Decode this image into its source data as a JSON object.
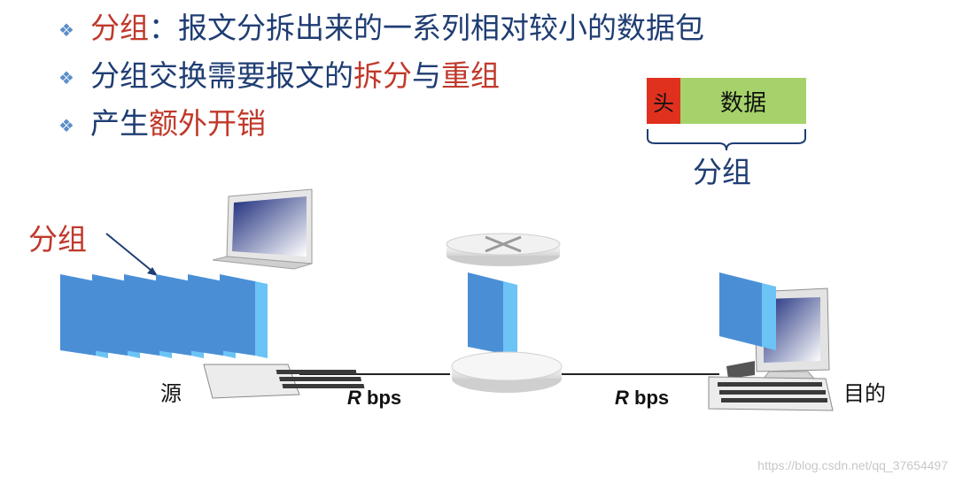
{
  "bullets": [
    {
      "parts": [
        {
          "text": "分组",
          "highlight": true
        },
        {
          "text": "：报文分拆出来的一系列相对较小的数据包",
          "highlight": false
        }
      ]
    },
    {
      "parts": [
        {
          "text": "分组交换需要报文的",
          "highlight": false
        },
        {
          "text": "拆分",
          "highlight": true
        },
        {
          "text": "与",
          "highlight": false
        },
        {
          "text": "重组",
          "highlight": true
        }
      ]
    },
    {
      "parts": [
        {
          "text": "产生",
          "highlight": false
        },
        {
          "text": "额外开销",
          "highlight": true
        }
      ]
    }
  ],
  "packet_diagram": {
    "header_label": "头",
    "data_label": "数据",
    "caption": "分组"
  },
  "network": {
    "packets_label": "分组",
    "source_label": "源",
    "destination_label": "目的",
    "link1_rate": {
      "symbol": "R",
      "unit": " bps"
    },
    "link2_rate": {
      "symbol": "R",
      "unit": " bps"
    }
  },
  "watermark": "https://blog.csdn.net/qq_37654497",
  "colors": {
    "text_blue": "#1f3d73",
    "highlight_red": "#c0392b",
    "header_red": "#e0301e",
    "data_green": "#a5d26a",
    "packet_blue": "#4a8fd6"
  }
}
